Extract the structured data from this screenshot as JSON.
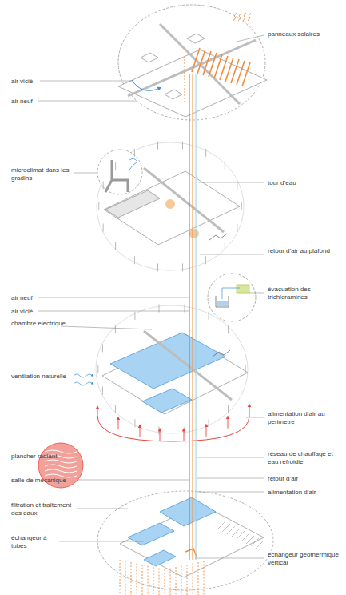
{
  "diagram": {
    "labels": [
      "panneaux solaires",
      "air vicié",
      "air neuf",
      "microclimat dans les gradins",
      "tour d’eau",
      "retour d’air au plafond",
      "air neuf",
      "air vicié",
      "évacuation des trichloramines",
      "chambre electrique",
      "ventilation naturelle",
      "alimentation d’air au perimetre",
      "plancher radiant",
      "réseau de chauffage et eau refroidie",
      "salle de mecanique",
      "retour d’air",
      "alimentation d’air",
      "filtration et traîtement des eaux",
      "échangeur à tubes",
      "échangeur géothermique vertical"
    ]
  }
}
